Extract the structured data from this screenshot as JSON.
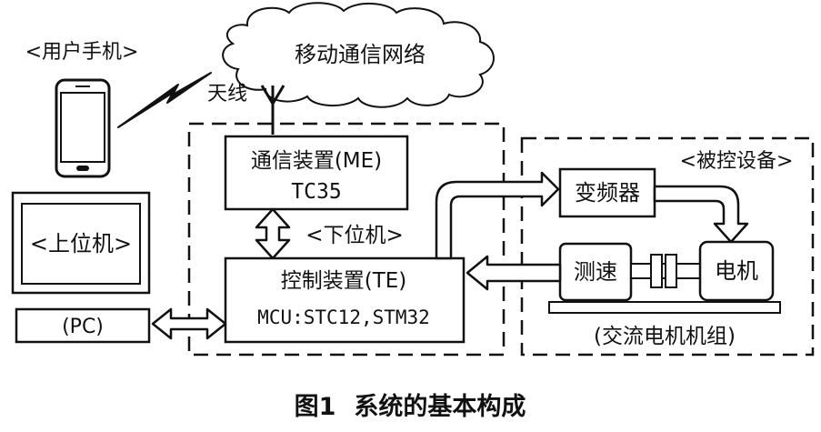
{
  "diagram": {
    "cloud_label": "移动通信网络",
    "phone_label": "<用户手机>",
    "antenna_label": "天线",
    "comm_device": {
      "title": "通信装置(ME)",
      "model": "TC35"
    },
    "lower_machine_label": "<下位机>",
    "control_device": {
      "title": "控制装置(TE)",
      "models": "MCU:STC12,STM32"
    },
    "upper_machine": {
      "screen_label": "<上位机>",
      "base_label": "(PC)"
    },
    "controlled_equipment_label": "<被控设备>",
    "inverter_label": "变频器",
    "speed_sensor_label": "测速",
    "motor_label": "电机",
    "motor_set_label": "(交流电机机组)"
  },
  "caption": {
    "figure_number": "图1",
    "title": "系统的基本构成"
  }
}
